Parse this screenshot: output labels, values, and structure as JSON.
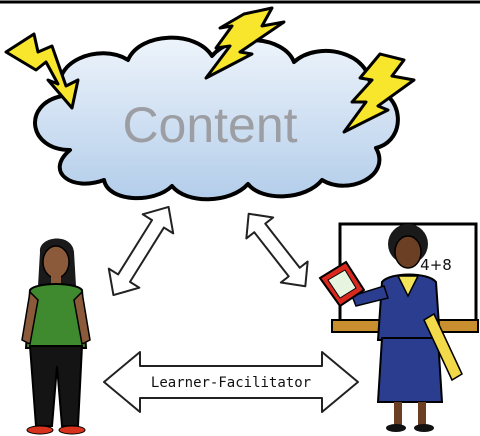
{
  "cloud": {
    "label": "Content"
  },
  "bottom_arrow": {
    "label": "Learner-Facilitator"
  },
  "whiteboard": {
    "text": "4+8"
  },
  "colors": {
    "cloud_fill": "#c8dcf2",
    "cloud_text": "#9c9ea3",
    "lightning": "#f7e62b",
    "learner_shirt": "#3f8a2f",
    "facilitator_suit": "#2a3d8f",
    "collar": "#f3e45a",
    "shoe_red": "#d8331f"
  }
}
